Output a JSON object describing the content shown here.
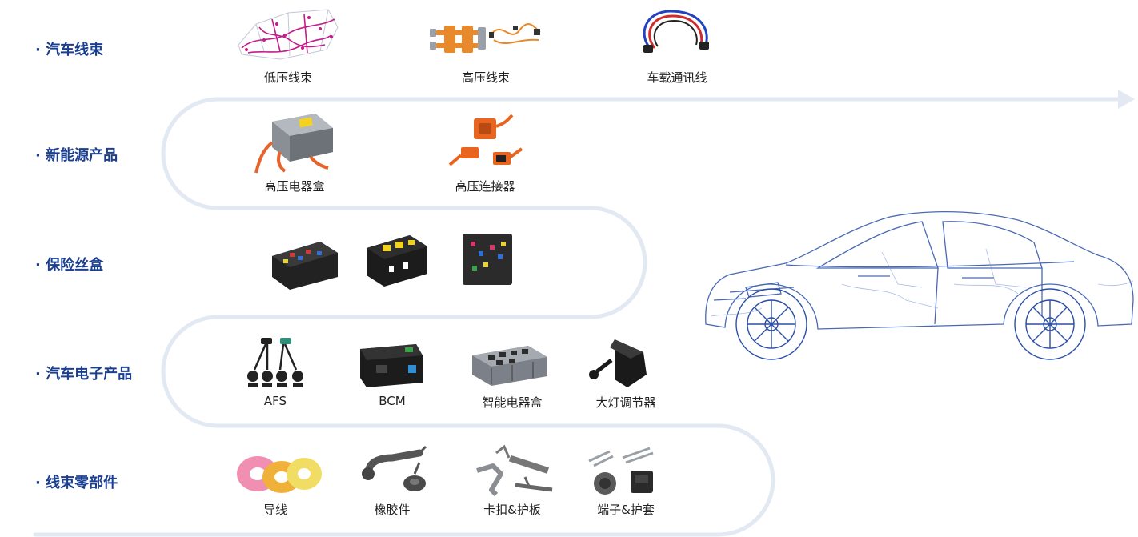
{
  "colors": {
    "track": "#e3e9f2",
    "category": "#1b3f8f",
    "label": "#222222",
    "car_line": "#2a4fa8"
  },
  "categories": [
    {
      "label": "· 汽车线束",
      "items": [
        {
          "label": "低压线束",
          "icon": "low-voltage-harness-icon"
        },
        {
          "label": "高压线束",
          "icon": "high-voltage-harness-icon"
        },
        {
          "label": "车载通讯线",
          "icon": "communication-cable-icon"
        }
      ]
    },
    {
      "label": "· 新能源产品",
      "items": [
        {
          "label": "高压电器盒",
          "icon": "hv-junction-box-icon"
        },
        {
          "label": "高压连接器",
          "icon": "hv-connector-icon"
        }
      ]
    },
    {
      "label": "· 保险丝盒",
      "items": [
        {
          "label": "",
          "icon": "fuse-box-icon"
        },
        {
          "label": "",
          "icon": "fuse-box-icon"
        },
        {
          "label": "",
          "icon": "fuse-box-icon"
        }
      ]
    },
    {
      "label": "· 汽车电子产品",
      "items": [
        {
          "label": "AFS",
          "icon": "afs-sensor-icon"
        },
        {
          "label": "BCM",
          "icon": "bcm-module-icon"
        },
        {
          "label": "智能电器盒",
          "icon": "smart-junction-box-icon"
        },
        {
          "label": "大灯调节器",
          "icon": "headlamp-adjuster-icon"
        }
      ]
    },
    {
      "label": "· 线束零部件",
      "items": [
        {
          "label": "导线",
          "icon": "wire-coil-icon"
        },
        {
          "label": "橡胶件",
          "icon": "rubber-grommet-icon"
        },
        {
          "label": "卡扣&护板",
          "icon": "clip-bracket-icon"
        },
        {
          "label": "端子&护套",
          "icon": "terminal-housing-icon"
        }
      ]
    }
  ]
}
